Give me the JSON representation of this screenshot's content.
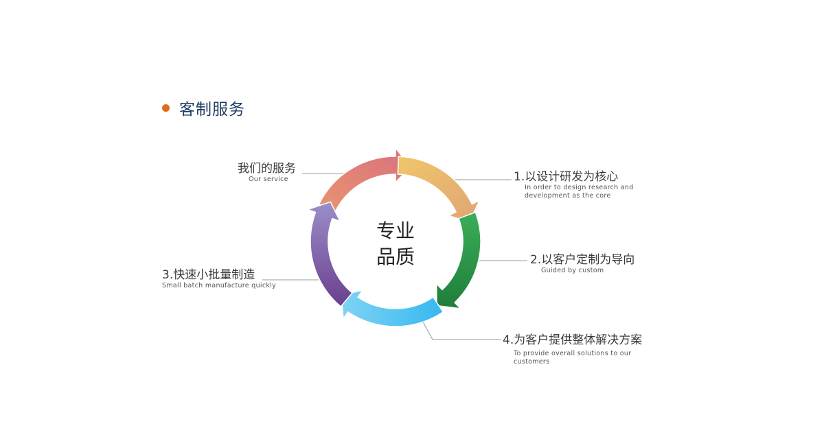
{
  "header": {
    "title": "客制服务"
  },
  "center": {
    "line1": "专业",
    "line2": "品质"
  },
  "labels": {
    "service": {
      "cn": "我们的服务",
      "en": "Our service"
    },
    "item1": {
      "cn": "1.以设计研发为核心",
      "en_line1": "In order to design research and",
      "en_line2": "development as the core"
    },
    "item2": {
      "cn": "2.以客户定制为导向",
      "en": "Guided by custom"
    },
    "item3": {
      "cn": "3.快速小批量制造",
      "en": "Small batch manufacture quickly"
    },
    "item4": {
      "cn": "4.为客户提供整体解决方案",
      "en_line1": "To provide overall solutions to our",
      "en_line2": "customers"
    }
  },
  "colors": {
    "bullet": "#e26b1a",
    "title": "#1f3a63",
    "arrow_red": "#e07a7a",
    "arrow_yellow": "#e6b866",
    "arrow_green": "#2e9b4a",
    "arrow_blue": "#4cc0ef",
    "arrow_purple": "#7b62a8",
    "leader_line": "#9a9a9a"
  }
}
